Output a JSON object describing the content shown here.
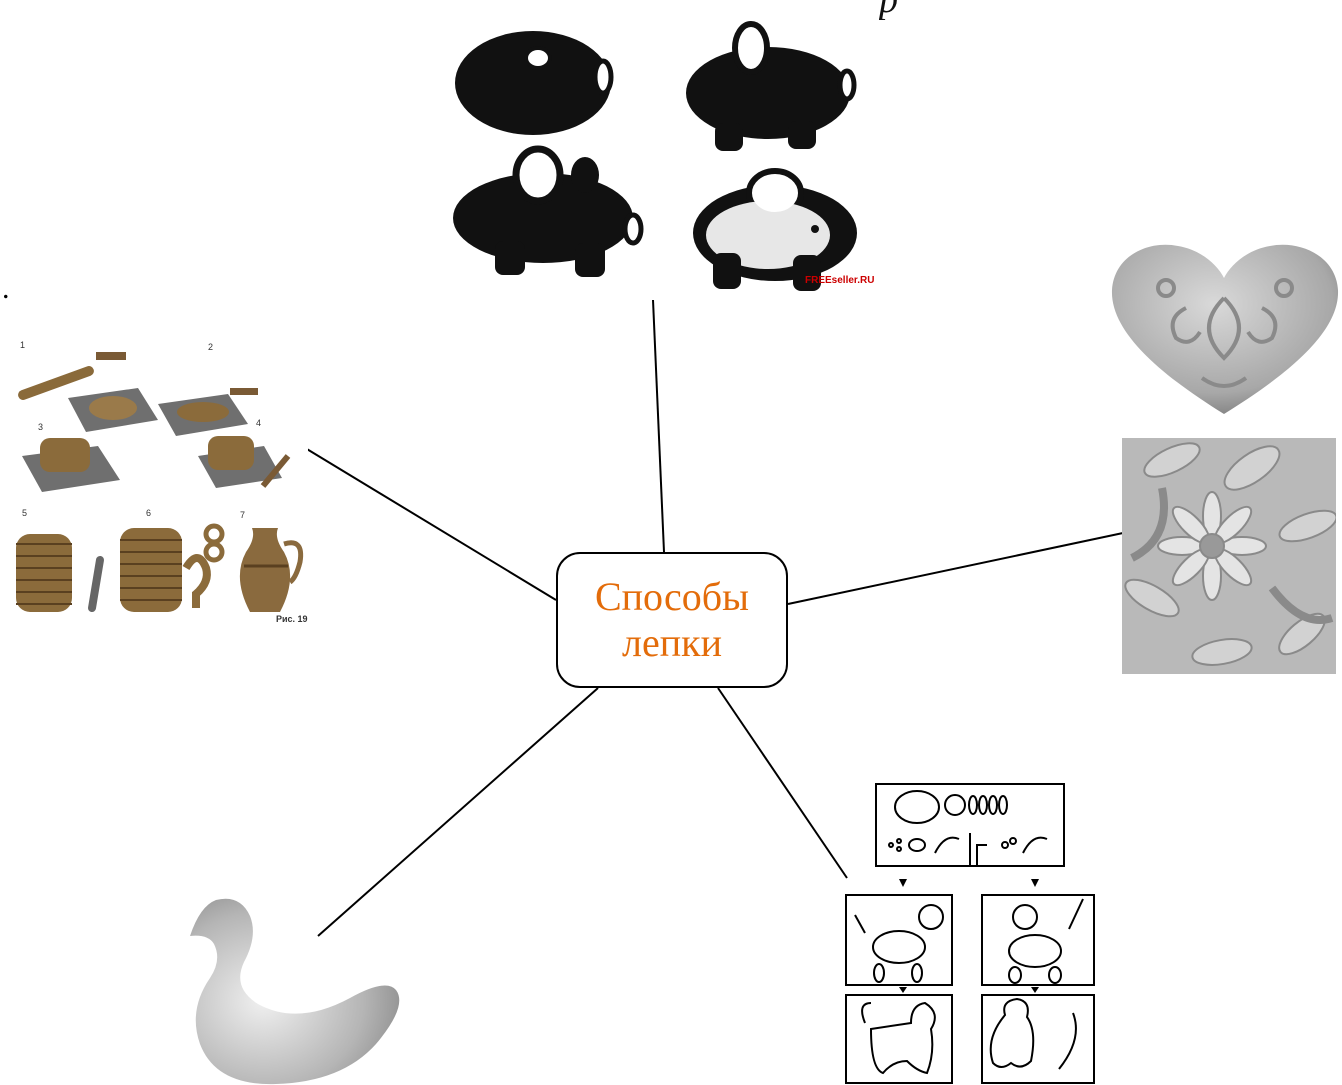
{
  "center": {
    "line1": "Способы",
    "line2": "лепки"
  },
  "top_fragment": ", р",
  "left_dot": ".",
  "pig_watermark": "FREEseller.RU",
  "technique_steps": [
    "1",
    "2",
    "3",
    "4",
    "5",
    "6",
    "7"
  ],
  "technique_caption": "Рис. 19",
  "colors": {
    "center_text": "#e36c0a",
    "line": "#000000"
  },
  "icons": [
    "pig-figurines-illustration",
    "coil-pottery-steps-illustration",
    "clay-heart-relief-photo",
    "flower-relief-photo",
    "clay-bird-figure",
    "animal-modeling-scheme"
  ]
}
